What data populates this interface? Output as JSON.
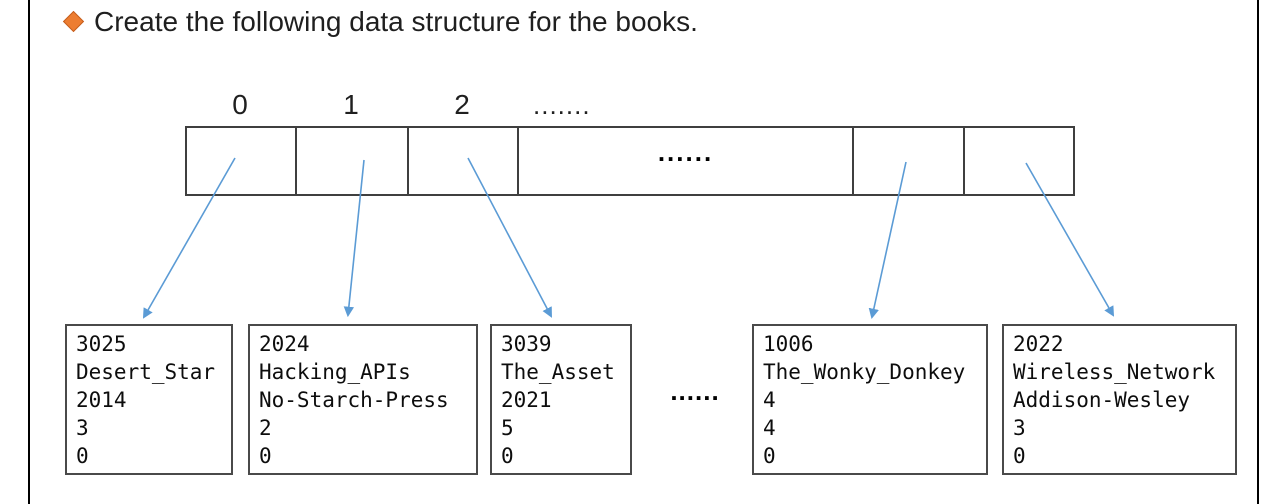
{
  "slide": {
    "title": "Create the following data structure for the books.",
    "bullet_icon": "diamond"
  },
  "array": {
    "index_labels": [
      "0",
      "1",
      "2",
      "......."
    ],
    "inner_ellipsis": "......"
  },
  "between_boxes_ellipsis": "......",
  "books": [
    {
      "lines": [
        "3025",
        "Desert_Star",
        "2014",
        "3",
        "0"
      ]
    },
    {
      "lines": [
        "2024",
        "Hacking_APIs",
        "No-Starch-Press",
        "2",
        "0"
      ]
    },
    {
      "lines": [
        "3039",
        "The_Asset",
        "2021",
        "5",
        "0"
      ]
    },
    {
      "lines": [
        "1006",
        "The_Wonky_Donkey",
        "4",
        "4",
        "0"
      ]
    },
    {
      "lines": [
        "2022",
        "Wireless_Network",
        "Addison-Wesley",
        "3",
        "0"
      ]
    }
  ],
  "colors": {
    "accent-orange": "#ED7D31",
    "arrow-blue": "#5B9BD5",
    "array-border": "#3f3f3f",
    "box-border": "#4a4a4a",
    "text": "#1f1f1f",
    "frame": "#000000"
  }
}
